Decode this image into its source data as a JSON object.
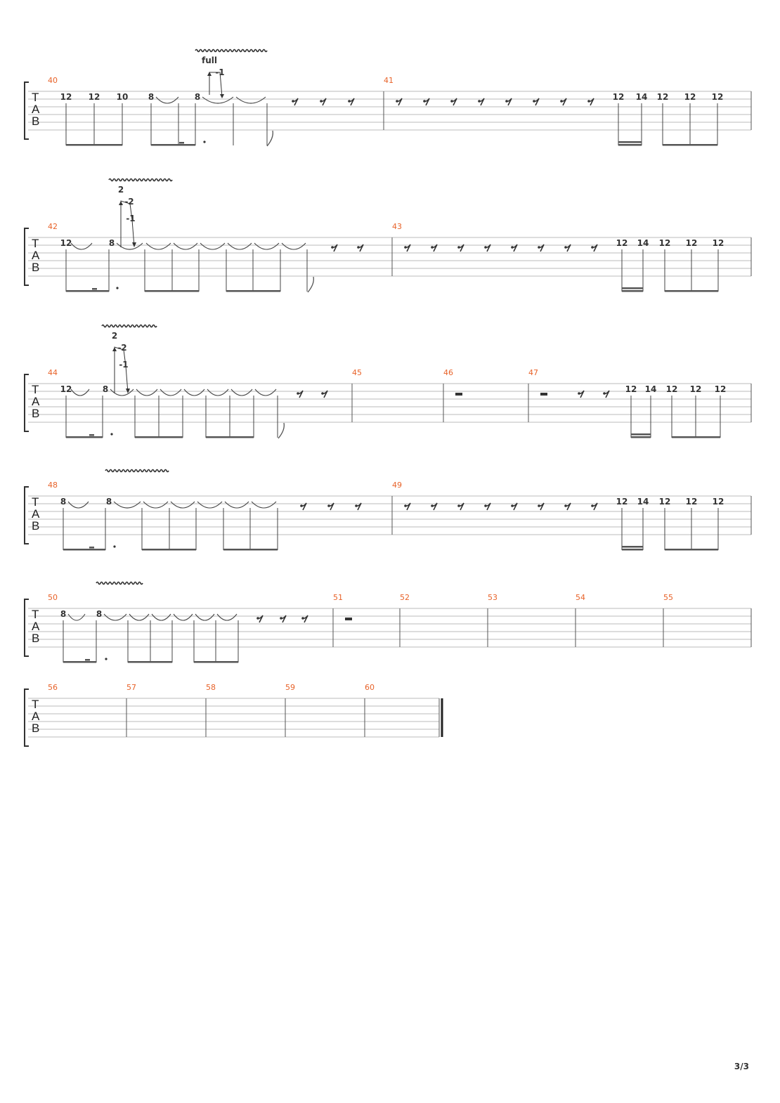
{
  "page": {
    "page_number": "3/3"
  },
  "tab_clef": [
    "T",
    "A",
    "B"
  ],
  "systems": [
    {
      "measures": [
        {
          "number": "40",
          "frets": [
            "12",
            "12",
            "10",
            "8",
            "8"
          ],
          "bend_annotations": [
            "full",
            "-1"
          ],
          "rests": [
            "eighth",
            "eighth",
            "eighth"
          ]
        },
        {
          "number": "41",
          "rests": [
            "eighth",
            "eighth",
            "eighth",
            "eighth",
            "eighth",
            "eighth",
            "eighth",
            "eighth"
          ],
          "frets": [
            "12",
            "14",
            "12",
            "12",
            "12"
          ]
        }
      ]
    },
    {
      "measures": [
        {
          "number": "42",
          "frets": [
            "12",
            "8"
          ],
          "bend_annotations": [
            "2",
            "-2",
            "-1"
          ],
          "rests": [
            "eighth",
            "eighth"
          ]
        },
        {
          "number": "43",
          "rests": [
            "eighth",
            "eighth",
            "eighth",
            "eighth",
            "eighth",
            "eighth",
            "eighth",
            "eighth"
          ],
          "frets": [
            "12",
            "14",
            "12",
            "12",
            "12"
          ]
        }
      ]
    },
    {
      "measures": [
        {
          "number": "44",
          "frets": [
            "12",
            "8"
          ],
          "bend_annotations": [
            "2",
            "-2",
            "-1"
          ],
          "rests": [
            "eighth",
            "eighth"
          ]
        },
        {
          "number": "45"
        },
        {
          "number": "46",
          "rests": [
            "half"
          ]
        },
        {
          "number": "47",
          "rests": [
            "half",
            "eighth",
            "eighth"
          ],
          "frets": [
            "12",
            "14",
            "12",
            "12",
            "12"
          ]
        }
      ]
    },
    {
      "measures": [
        {
          "number": "48",
          "frets": [
            "8",
            "8"
          ],
          "rests": [
            "eighth",
            "eighth",
            "eighth"
          ]
        },
        {
          "number": "49",
          "rests": [
            "eighth",
            "eighth",
            "eighth",
            "eighth",
            "eighth",
            "eighth",
            "eighth",
            "eighth"
          ],
          "frets": [
            "12",
            "14",
            "12",
            "12",
            "12"
          ]
        }
      ]
    },
    {
      "measures": [
        {
          "number": "50",
          "frets": [
            "8",
            "8"
          ],
          "rests": [
            "eighth",
            "eighth",
            "eighth"
          ]
        },
        {
          "number": "51",
          "rests": [
            "whole"
          ]
        },
        {
          "number": "52"
        },
        {
          "number": "53"
        },
        {
          "number": "54"
        },
        {
          "number": "55"
        }
      ]
    },
    {
      "measures": [
        {
          "number": "56"
        },
        {
          "number": "57"
        },
        {
          "number": "58"
        },
        {
          "number": "59"
        },
        {
          "number": "60"
        }
      ]
    }
  ]
}
